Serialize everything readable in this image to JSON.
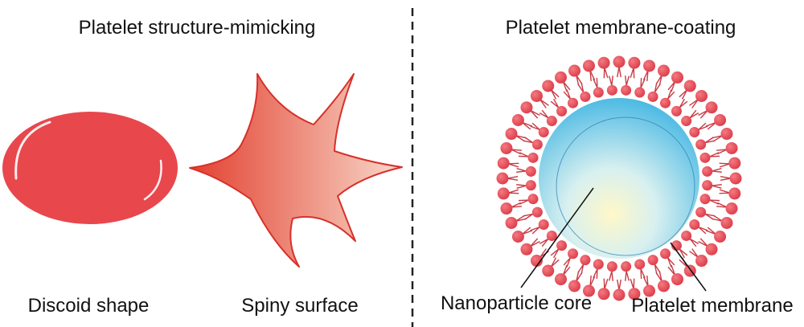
{
  "left_panel": {
    "title": "Platelet structure-mimicking",
    "discoid_caption": "Discoid shape",
    "spiny_caption": "Spiny surface"
  },
  "right_panel": {
    "title": "Platelet membrane-coating",
    "core_label": "Nanoparticle core",
    "membrane_label": "Platelet membrane"
  },
  "colors": {
    "platelet_red": "#e8474c",
    "lipid_head": "#e8505a",
    "lipid_tail": "#c83a44",
    "core_blue": "#3bb6e4",
    "core_center": "#fff6c8",
    "spiny_dark": "#e2402f",
    "spiny_light": "#f7d2c2",
    "divider": "#222222"
  },
  "membrane": {
    "outer_heads": 48,
    "inner_heads": 40
  }
}
